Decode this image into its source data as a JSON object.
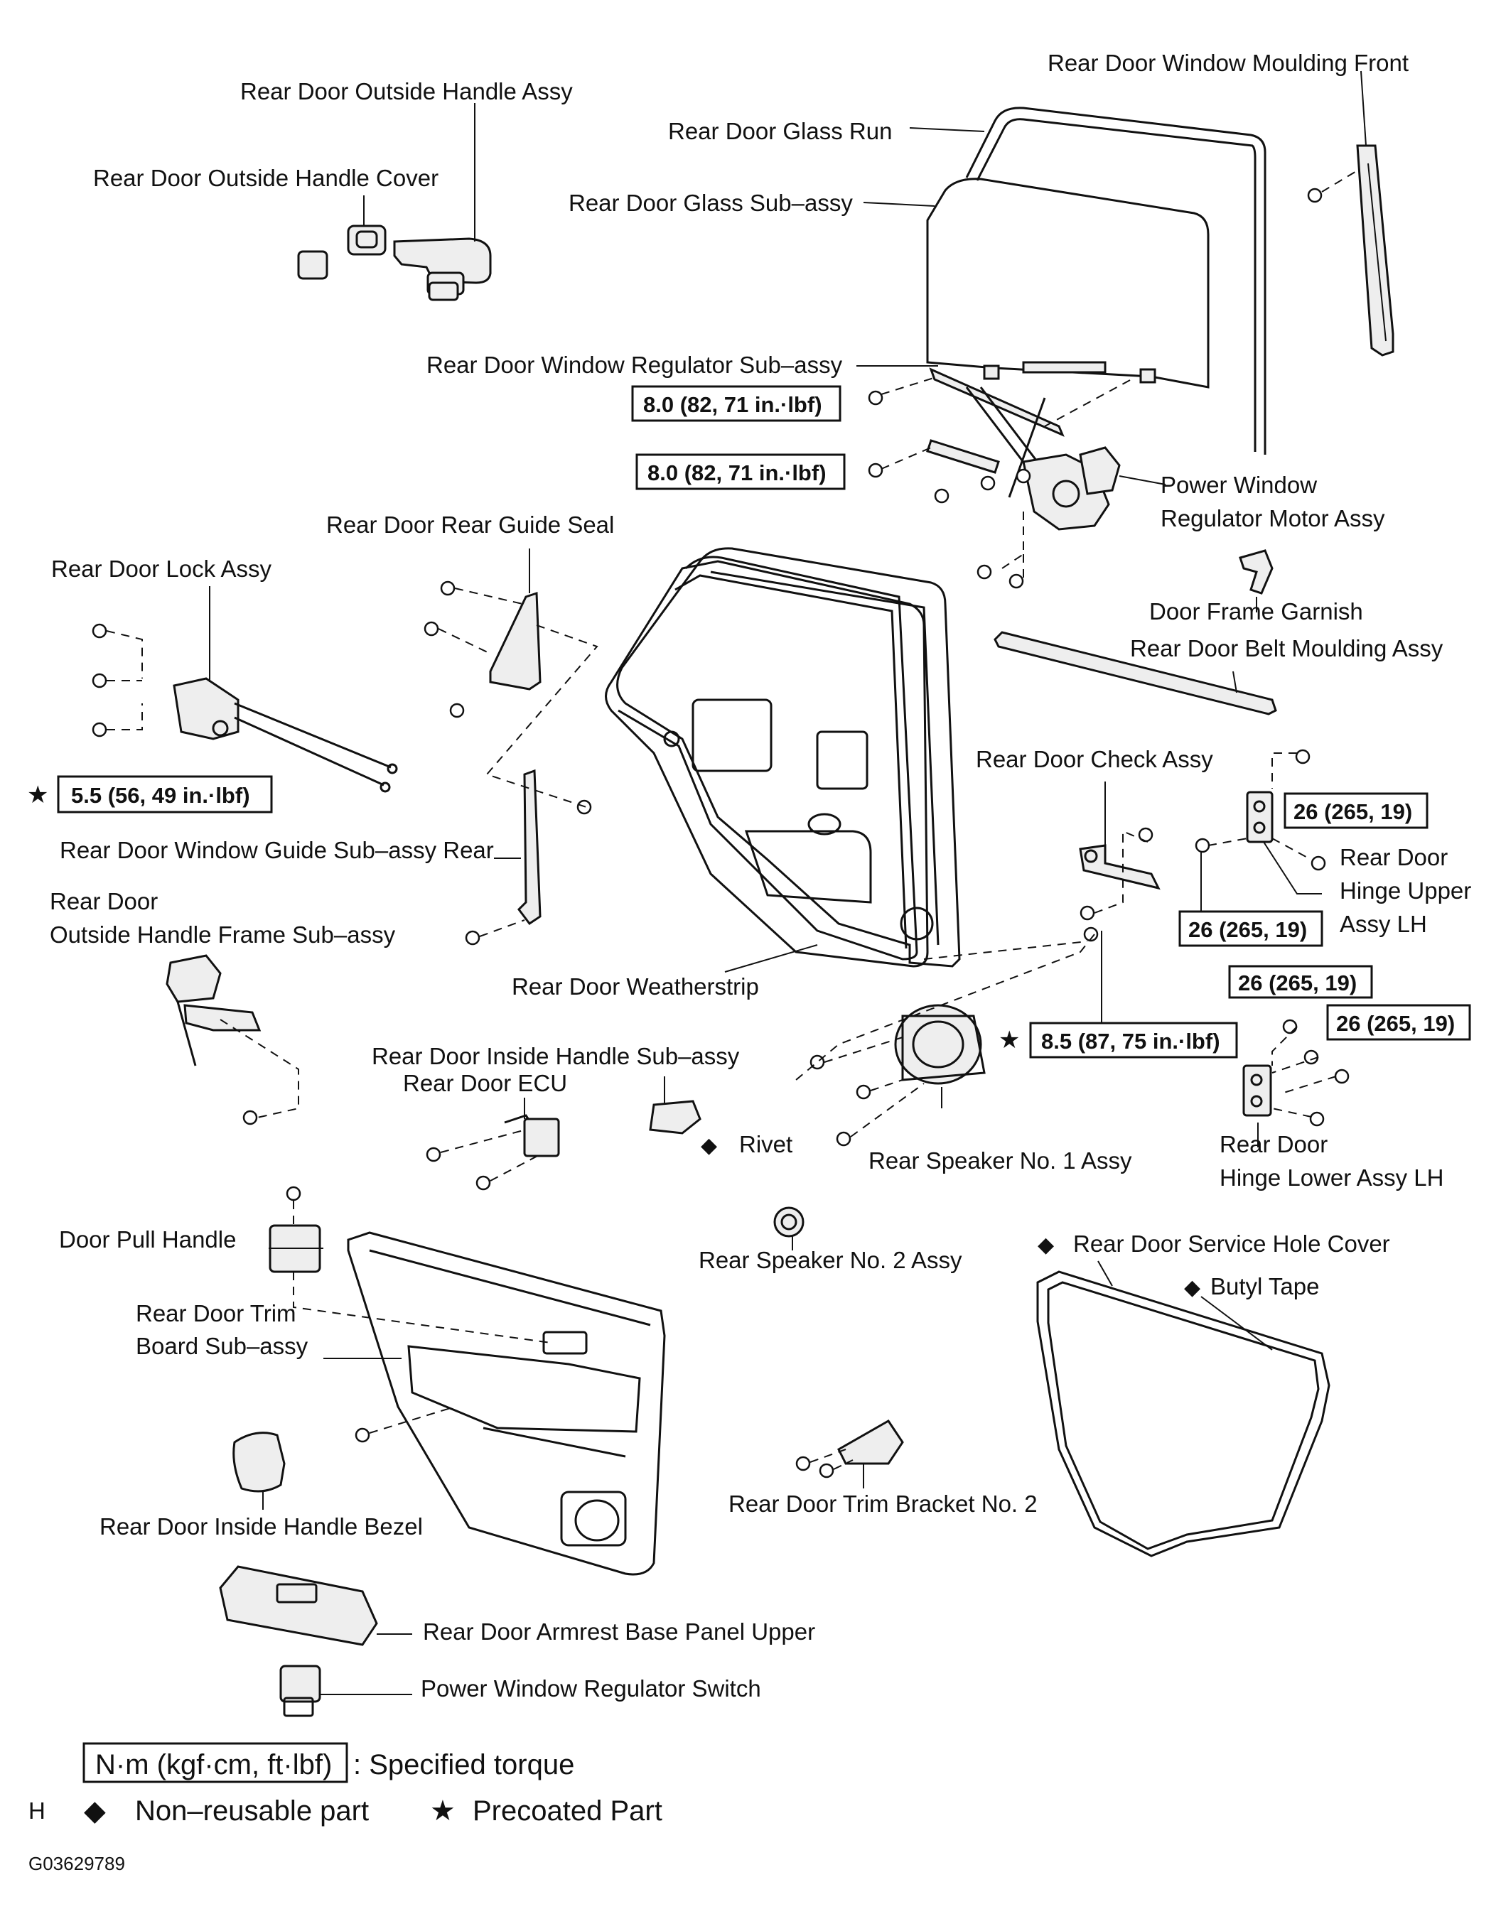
{
  "labels": {
    "outside_handle_assy": "Rear Door Outside Handle Assy",
    "outside_handle_cover": "Rear Door Outside Handle Cover",
    "glass_run": "Rear Door Glass Run",
    "glass_subassy": "Rear Door Glass Sub–assy",
    "moulding_front": "Rear Door Window Moulding Front",
    "regulator_subassy": "Rear Door Window Regulator Sub–assy",
    "power_window_motor_1": "Power Window",
    "power_window_motor_2": "Regulator Motor Assy",
    "rear_guide_seal": "Rear Door Rear Guide Seal",
    "lock_assy": "Rear Door Lock Assy",
    "door_frame_garnish": "Door Frame Garnish",
    "belt_moulding": "Rear Door Belt Moulding Assy",
    "check_assy": "Rear Door Check Assy",
    "window_guide_rear": "Rear Door Window Guide Sub–assy Rear",
    "hinge_upper_1": "Rear Door",
    "hinge_upper_2": "Hinge Upper",
    "hinge_upper_3": "Assy LH",
    "outside_handle_frame_1": "Rear Door",
    "outside_handle_frame_2": "Outside Handle Frame Sub–assy",
    "weatherstrip": "Rear Door Weatherstrip",
    "inside_handle_subassy": "Rear Door Inside Handle Sub–assy",
    "ecu": "Rear Door ECU",
    "rivet": "Rivet",
    "speaker_no1": "Rear Speaker No. 1 Assy",
    "hinge_lower_1": "Rear Door",
    "hinge_lower_2": "Hinge Lower Assy LH",
    "door_pull_handle": "Door Pull Handle",
    "speaker_no2": "Rear Speaker No. 2 Assy",
    "service_hole_cover": "Rear Door Service Hole Cover",
    "butyl_tape": "Butyl Tape",
    "trim_board_1": "Rear Door Trim",
    "trim_board_2": "Board Sub–assy",
    "inside_handle_bezel": "Rear Door Inside Handle Bezel",
    "trim_bracket_no2": "Rear Door Trim Bracket No. 2",
    "armrest_base_panel": "Rear Door Armrest Base Panel Upper",
    "power_window_switch": "Power Window Regulator Switch"
  },
  "torques": {
    "regulator_upper": "8.0 (82, 71 in.·lbf)",
    "regulator_lower": "8.0 (82, 71 in.·lbf)",
    "lock": "5.5 (56, 49 in.·lbf)",
    "hinge_upper_a": "26 (265, 19)",
    "hinge_upper_b": "26 (265, 19)",
    "check": "8.5 (87, 75 in.·lbf)",
    "hinge_lower_a": "26 (265, 19)",
    "hinge_lower_b": "26 (265, 19)"
  },
  "legend": {
    "units_box": "N·m (kgf·cm, ft·lbf)",
    "units_desc": ": Specified torque",
    "h_mark": "H",
    "nonreusable": "Non–reusable part",
    "precoated": "Precoated Part",
    "figure_code": "G03629789"
  },
  "symbols": {
    "diamond": "◆",
    "star": "★"
  }
}
